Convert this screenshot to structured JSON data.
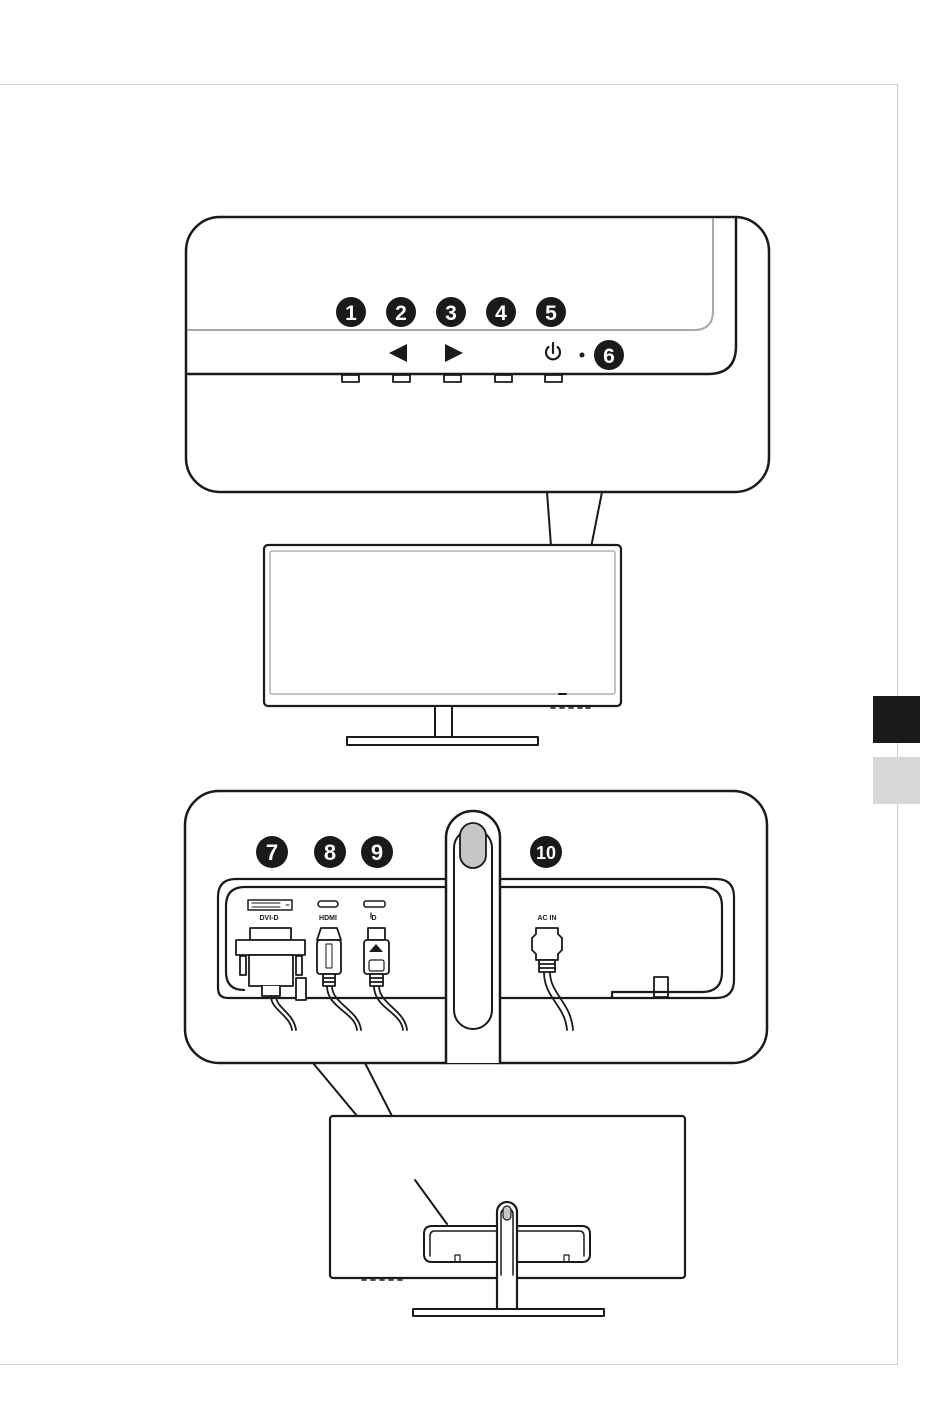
{
  "callouts": {
    "front": [
      "1",
      "2",
      "3",
      "4",
      "5",
      "6"
    ],
    "rear": [
      "7",
      "8",
      "9",
      "10"
    ]
  },
  "ports": {
    "dvi": "DVI-D",
    "hdmi": "HDMI",
    "dp": "D",
    "ac": "AC IN"
  },
  "icons": {
    "left": "left-arrow-icon",
    "right": "right-arrow-icon",
    "power": "power-icon"
  },
  "colors": {
    "line": "#1a1a1a",
    "tab_dark": "#1a1a1a",
    "tab_light": "#d7d7d7",
    "border": "#d0d0d0"
  }
}
